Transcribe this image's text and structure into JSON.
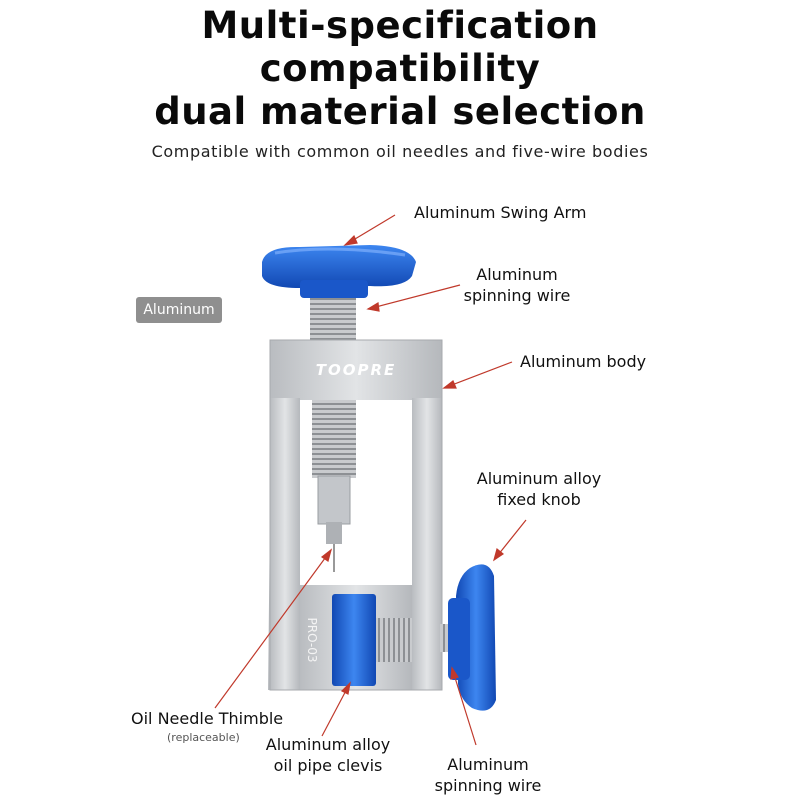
{
  "heading": {
    "line1": "Multi-specification",
    "line2": "compatibility",
    "line3": "dual material selection",
    "subtitle": "Compatible with common oil needles and five-wire bodies"
  },
  "badge": "Aluminum",
  "product": {
    "brand": "TOOPRE",
    "model": "PRO-03"
  },
  "callouts": {
    "swing_arm": "Aluminum Swing Arm",
    "spinning_wire_top_1": "Aluminum",
    "spinning_wire_top_2": "spinning wire",
    "body": "Aluminum body",
    "fixed_knob_1": "Aluminum alloy",
    "fixed_knob_2": "fixed knob",
    "needle_thimble": "Oil Needle Thimble",
    "needle_thimble_note": "(replaceable)",
    "clevis_1": "Aluminum alloy",
    "clevis_2": "oil pipe clevis",
    "spinning_wire_bottom_1": "Aluminum",
    "spinning_wire_bottom_2": "spinning wire"
  },
  "colors": {
    "accent_blue": "#1f63d6",
    "silver": "#cfd1d4",
    "arrow": "#c0392b"
  }
}
